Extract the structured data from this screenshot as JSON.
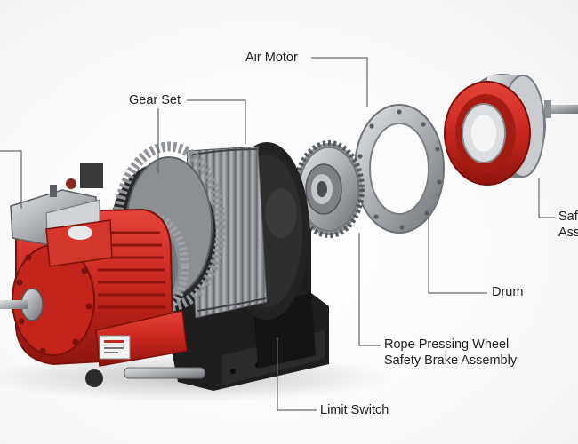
{
  "labels": {
    "air_motor": "Air Motor",
    "gear_set": "Gear Set",
    "drum": "Drum",
    "rope_pressing_wheel": "Rope Pressing Wheel",
    "safety_brake_assembly": "Safety Brake Assembly",
    "limit_switch": "Limit Switch",
    "safety_clipped_line1": "Saf",
    "safety_clipped_line2": "Ass"
  },
  "colors": {
    "motor_red": "#c8261e",
    "frame_black": "#1e1e1e",
    "steel": "#b9bcc0",
    "cable": "#8e9296",
    "leader_line": "#666666"
  }
}
